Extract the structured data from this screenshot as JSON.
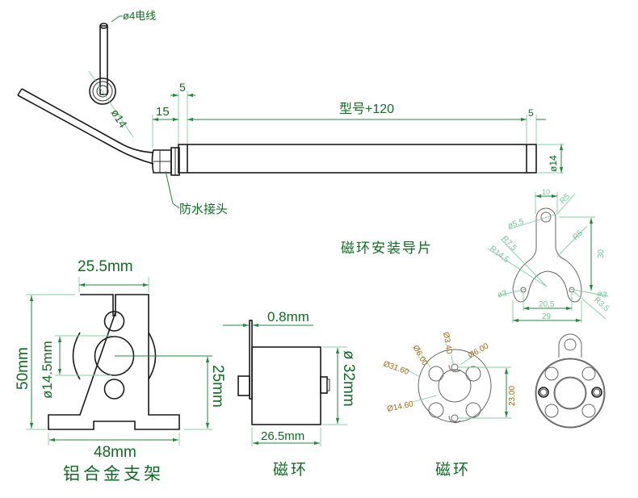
{
  "diagram": {
    "colors": {
      "label_green": "#0d6e1f",
      "dimension_green": "#1f8a3a",
      "light_dimension_green": "#6ec895",
      "secondary_dimension_orange": "#a8660a",
      "outline": "#1a1a1a"
    },
    "sensor": {
      "cable_label": "ø4电线",
      "end_diameter_label": "ø14",
      "dim_gland_length": "15",
      "dim_front_cap": "5",
      "dim_body_length": "型号+120",
      "dim_rear_cap": "5",
      "dim_tube_diameter": "ø14",
      "connector_label": "防水接头"
    },
    "guide_plate": {
      "title": "磁环安装导片",
      "dim_top_width": "10",
      "dim_top_radius": "R5",
      "dim_top_hole": "ø5,5",
      "dim_neck_radius": "R5",
      "dim_radius_7_5": "R7,5",
      "dim_radius_14_5": "R14,5",
      "dim_height": "30",
      "dim_left_hole": "ø3",
      "dim_right_hole": "ø3",
      "dim_right_radius": "R3,5",
      "dim_hole_spacing": "20,5",
      "dim_total_width": "29"
    },
    "bracket": {
      "title": "铝合金支架",
      "dim_top_width": "25.5mm",
      "dim_height": "50mm",
      "dim_bore": "ø14.5mm",
      "dim_center_height": "25mm",
      "dim_base_width": "48mm"
    },
    "magnet_side": {
      "title": "磁环",
      "dim_plate_thickness": "0.8mm",
      "dim_diameter": "ø 32mm",
      "dim_length": "26.5mm"
    },
    "magnet_front": {
      "title": "磁环",
      "dim_outer": "Ø31.60",
      "dim_magnet_hole_left": "Ø6.00",
      "dim_screw_hole": "Ø3.40",
      "dim_magnet_hole_right": "Ø6.00",
      "dim_inner": "Ø14.60",
      "dim_hole_spacing": "23.00"
    }
  }
}
